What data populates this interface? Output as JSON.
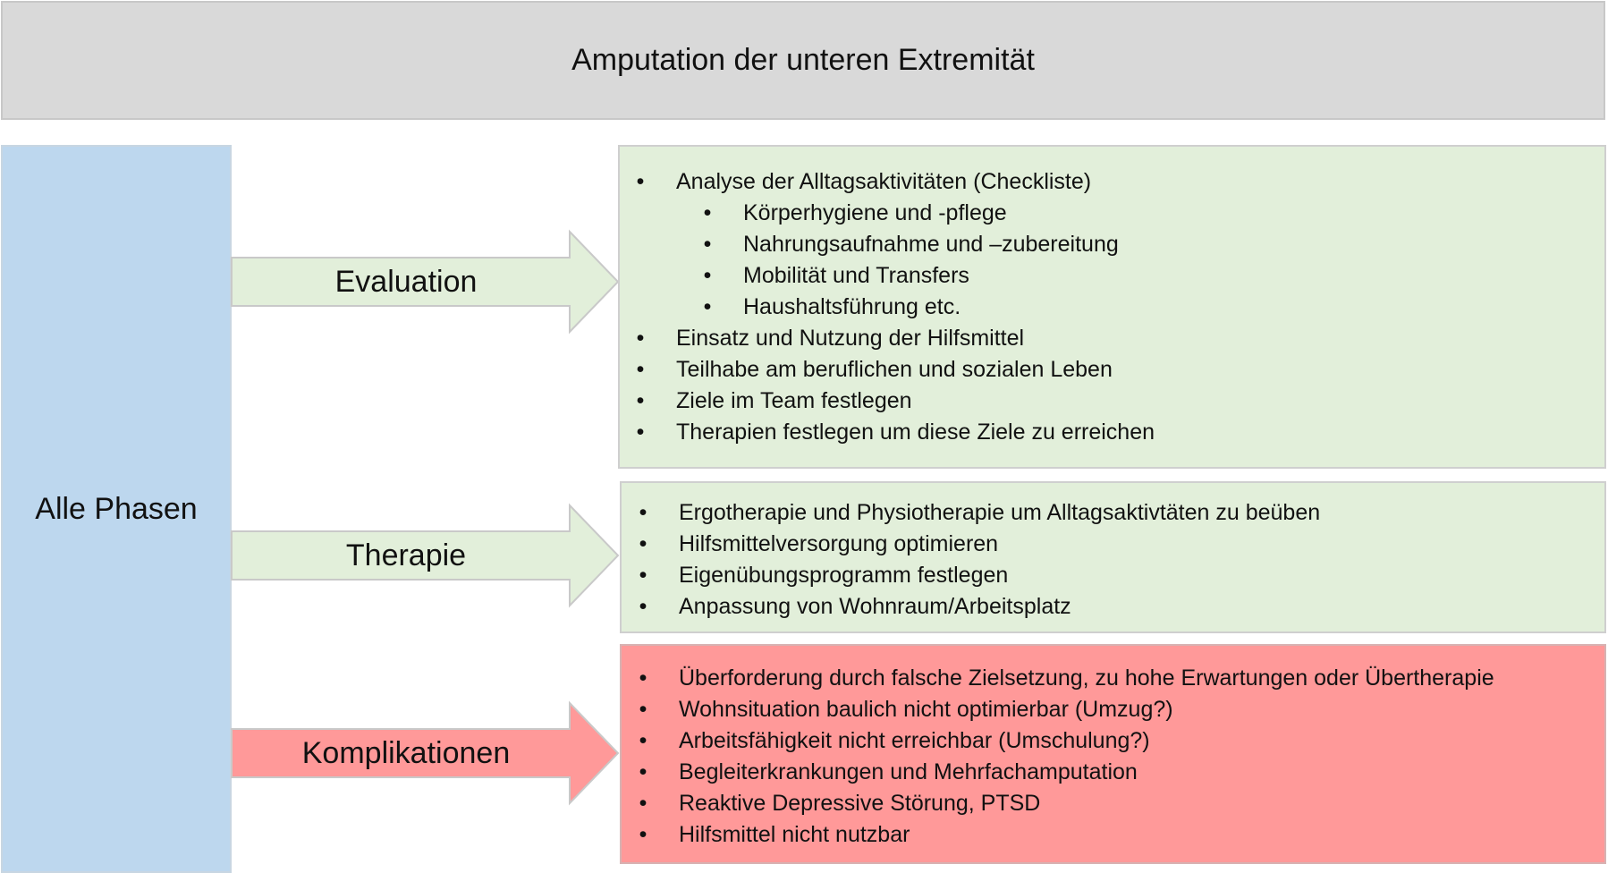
{
  "title": "Amputation der unteren Extremität",
  "phase_label": "Alle Phasen",
  "colors": {
    "title_bg": "#d9d9d9",
    "phase_bg": "#bdd7ee",
    "green": "#e2efda",
    "red": "#ff9999"
  },
  "sections": [
    {
      "label": "Evaluation",
      "items": [
        {
          "level": 1,
          "text": "Analyse der Alltagsaktivitäten (Checkliste)"
        },
        {
          "level": 2,
          "text": "Körperhygiene und -pflege"
        },
        {
          "level": 2,
          "text": "Nahrungsaufnahme und –zubereitung"
        },
        {
          "level": 2,
          "text": "Mobilität und Transfers"
        },
        {
          "level": 2,
          "text": "Haushaltsführung etc."
        },
        {
          "level": 1,
          "text": "Einsatz und Nutzung der Hilfsmittel"
        },
        {
          "level": 1,
          "text": "Teilhabe am beruflichen und sozialen Leben"
        },
        {
          "level": 1,
          "text": "Ziele im Team festlegen"
        },
        {
          "level": 1,
          "text": "Therapien festlegen um diese Ziele zu erreichen"
        }
      ]
    },
    {
      "label": "Therapie",
      "items": [
        {
          "level": 1,
          "text": "Ergotherapie und Physiotherapie um Alltagsaktivtäten zu beüben"
        },
        {
          "level": 1,
          "text": "Hilfsmittelversorgung optimieren"
        },
        {
          "level": 1,
          "text": "Eigenübungsprogramm festlegen"
        },
        {
          "level": 1,
          "text": "Anpassung von Wohnraum/Arbeitsplatz"
        }
      ]
    },
    {
      "label": "Komplikationen",
      "items": [
        {
          "level": 1,
          "text": "Überforderung durch falsche Zielsetzung, zu hohe Erwartungen oder Übertherapie"
        },
        {
          "level": 1,
          "text": "Wohnsituation baulich nicht optimierbar (Umzug?)"
        },
        {
          "level": 1,
          "text": "Arbeitsfähigkeit nicht erreichbar (Umschulung?)"
        },
        {
          "level": 1,
          "text": "Begleiterkrankungen und Mehrfachamputation"
        },
        {
          "level": 1,
          "text": "Reaktive Depressive Störung, PTSD"
        },
        {
          "level": 1,
          "text": "Hilfsmittel nicht nutzbar"
        }
      ]
    }
  ]
}
